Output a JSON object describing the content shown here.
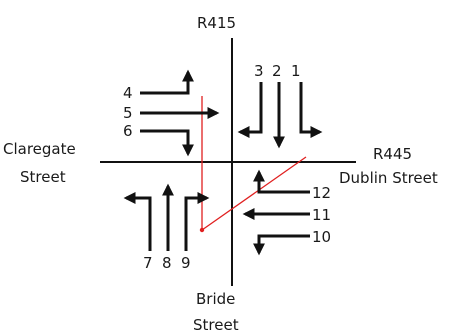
{
  "roads": {
    "north": "R415",
    "east_line1": "R445",
    "east_line2": "Dublin Street",
    "west_line1": "Claregate",
    "west_line2": "Street",
    "south_line1": "Bride",
    "south_line2": "Street"
  },
  "movements": {
    "m1": "1",
    "m2": "2",
    "m3": "3",
    "m4": "4",
    "m5": "5",
    "m6": "6",
    "m7": "7",
    "m8": "8",
    "m9": "9",
    "m10": "10",
    "m11": "11",
    "m12": "12"
  },
  "colors": {
    "line": "#111111",
    "conflict": "#e02020"
  }
}
